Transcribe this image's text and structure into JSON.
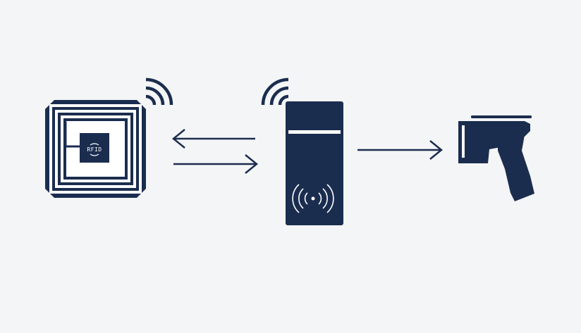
{
  "colors": {
    "background": "#f4f5f6",
    "ink": "#1b2d4f",
    "highlight": "#ffffff"
  },
  "diagram": {
    "tag": {
      "chip_label": "RFID",
      "icon": "rfid-tag-icon"
    },
    "reader": {
      "icon": "rfid-reader-icon"
    },
    "scanner": {
      "icon": "barcode-scanner-icon"
    },
    "signal_icon": "wifi-signal-icon",
    "connections": [
      {
        "from": "reader",
        "to": "tag",
        "direction": "left"
      },
      {
        "from": "tag",
        "to": "reader",
        "direction": "right"
      },
      {
        "from": "reader",
        "to": "scanner",
        "direction": "right"
      }
    ]
  }
}
